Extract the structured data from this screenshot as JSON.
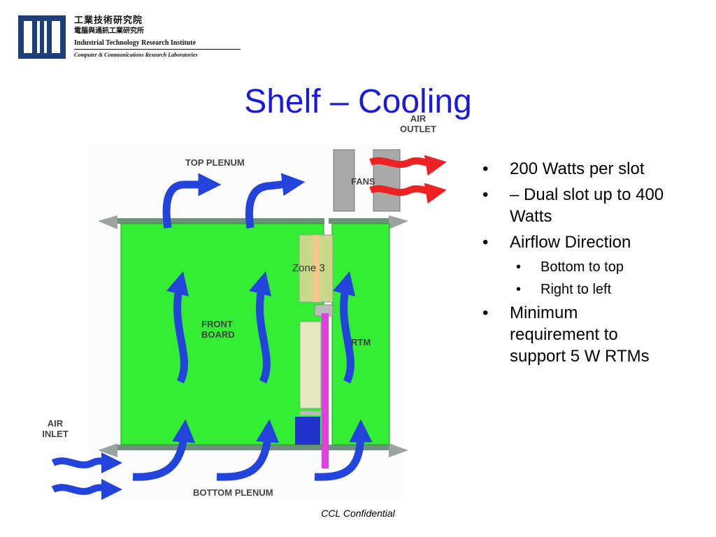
{
  "header": {
    "org_cn_line1": "工業技術研究院",
    "org_cn_line2": "電腦與通訊工業研究所",
    "org_en_line1": "Industrial Technology Research Institute",
    "org_en_line2": "Computer & Communications Research Laboratories"
  },
  "title": "Shelf – Cooling",
  "diagram": {
    "air_outlet_line1": "AIR",
    "air_outlet_line2": "OUTLET",
    "top_plenum": "TOP PLENUM",
    "fans": "FANS",
    "zone3": "Zone 3",
    "front_board_line1": "FRONT",
    "front_board_line2": "BOARD",
    "rtm": "RTM",
    "air_inlet_line1": "AIR",
    "air_inlet_line2": "INLET",
    "bottom_plenum": "BOTTOM PLENUM",
    "colors": {
      "board": "#33ee33",
      "arrow_blue": "#2244dd",
      "arrow_red": "#ee2222",
      "frame": "#8a9a90"
    }
  },
  "bullets": [
    {
      "level": 1,
      "text": "200 Watts per slot"
    },
    {
      "level": 1,
      "text": "– Dual slot up to 400 Watts"
    },
    {
      "level": 1,
      "text": "Airflow Direction"
    },
    {
      "level": 2,
      "text": "Bottom to top"
    },
    {
      "level": 2,
      "text": "Right to left"
    },
    {
      "level": 1,
      "text": "Minimum requirement to support 5 W RTMs"
    }
  ],
  "footer": "CCL Confidential"
}
